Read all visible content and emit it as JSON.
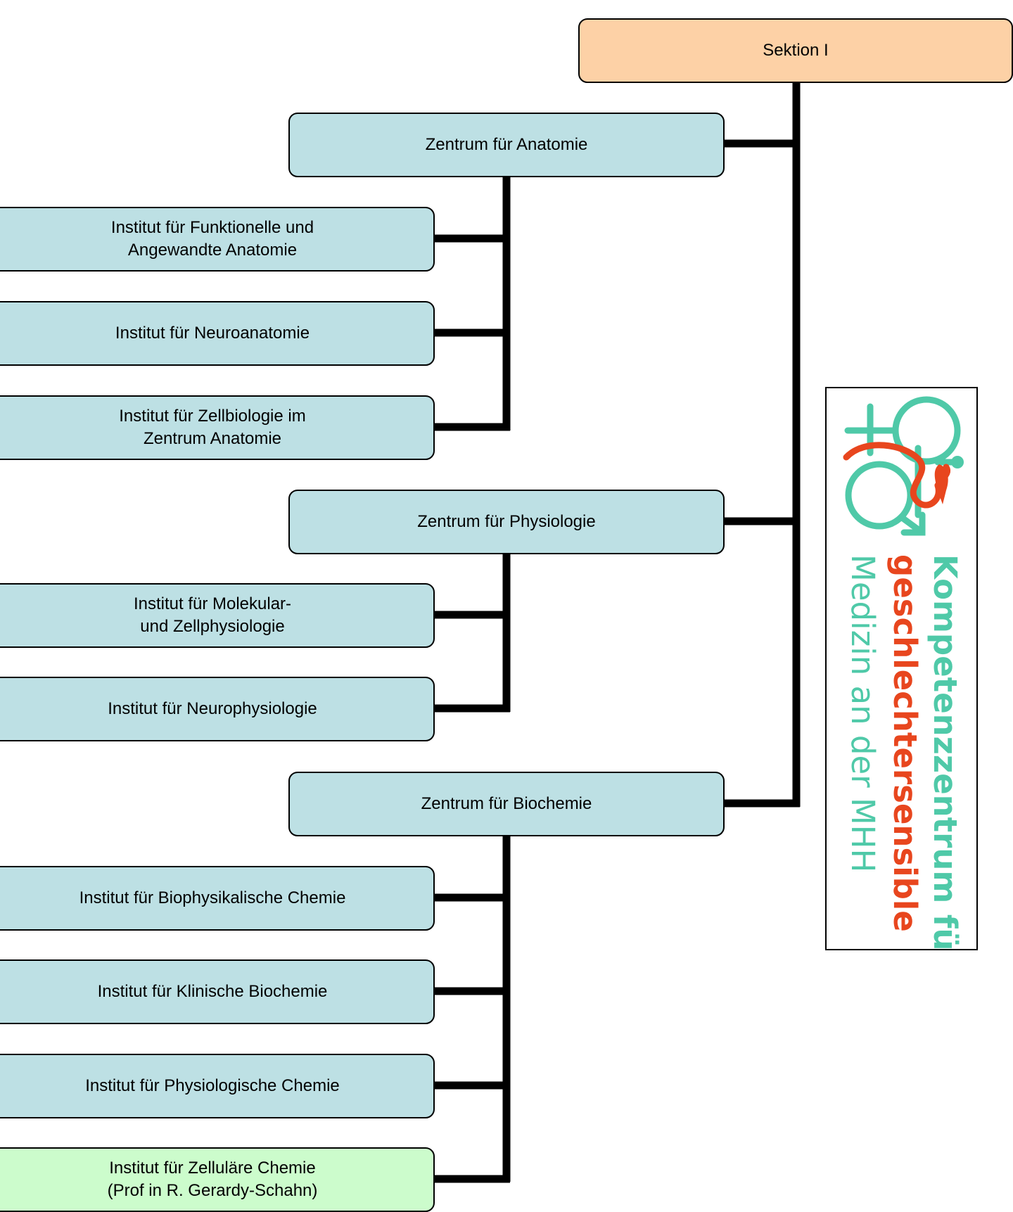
{
  "diagram": {
    "root": {
      "label": "Sektion I"
    },
    "centers": [
      {
        "label": "Zentrum für Anatomie",
        "institutes": [
          {
            "label": "Institut für Funktionelle und\nAngewandte Anatomie"
          },
          {
            "label": "Institut für Neuroanatomie"
          },
          {
            "label": "Institut für Zellbiologie im\nZentrum Anatomie"
          }
        ]
      },
      {
        "label": "Zentrum für Physiologie",
        "institutes": [
          {
            "label": "Institut für Molekular-\nund Zellphysiologie"
          },
          {
            "label": "Institut für Neurophysiologie"
          }
        ]
      },
      {
        "label": "Zentrum für Biochemie",
        "institutes": [
          {
            "label": "Institut für Biophysikalische Chemie"
          },
          {
            "label": "Institut für Klinische Biochemie"
          },
          {
            "label": "Institut für Physiologische Chemie"
          },
          {
            "label": "Institut für Zelluläre Chemie\n(Prof in R. Gerardy-Schahn)",
            "highlight": true
          }
        ]
      }
    ]
  },
  "colors": {
    "root_fill": "#fdd1a6",
    "node_fill": "#bde0e4",
    "highlight_fill": "#ccfccc",
    "connector": "#000000",
    "logo_teal": "#4fc9a8",
    "logo_red": "#e8461e"
  },
  "logo": {
    "line1": "Kompetenzzentrum für",
    "line2": "geschlechtersensible",
    "line3": "Medizin an der MHH",
    "symbol_icon": "gender-medicine-symbol-icon"
  }
}
